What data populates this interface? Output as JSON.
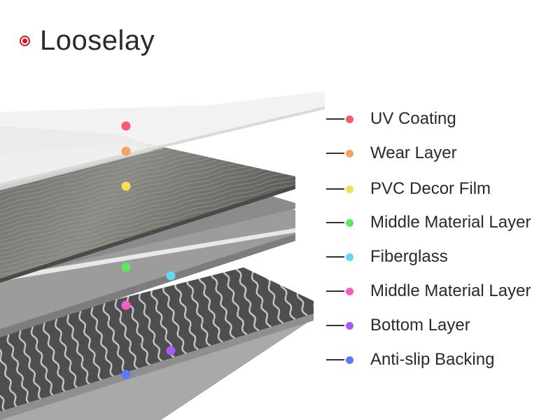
{
  "title": "Looselay",
  "colors": {
    "title_marker": "#cc1a1a"
  },
  "layers": [
    {
      "label": "UV Coating",
      "color": "#f45b6d"
    },
    {
      "label": "Wear Layer",
      "color": "#f5a25d"
    },
    {
      "label": "PVC Decor Film",
      "color": "#f8db5a"
    },
    {
      "label": "Middle Material Layer",
      "color": "#5ee85e"
    },
    {
      "label": "Fiberglass",
      "color": "#63d7f2"
    },
    {
      "label": "Middle Material Layer",
      "color": "#f25cc4"
    },
    {
      "label": "Bottom Layer",
      "color": "#a45cf2"
    },
    {
      "label": "Anti-slip Backing",
      "color": "#5c7af2"
    }
  ]
}
